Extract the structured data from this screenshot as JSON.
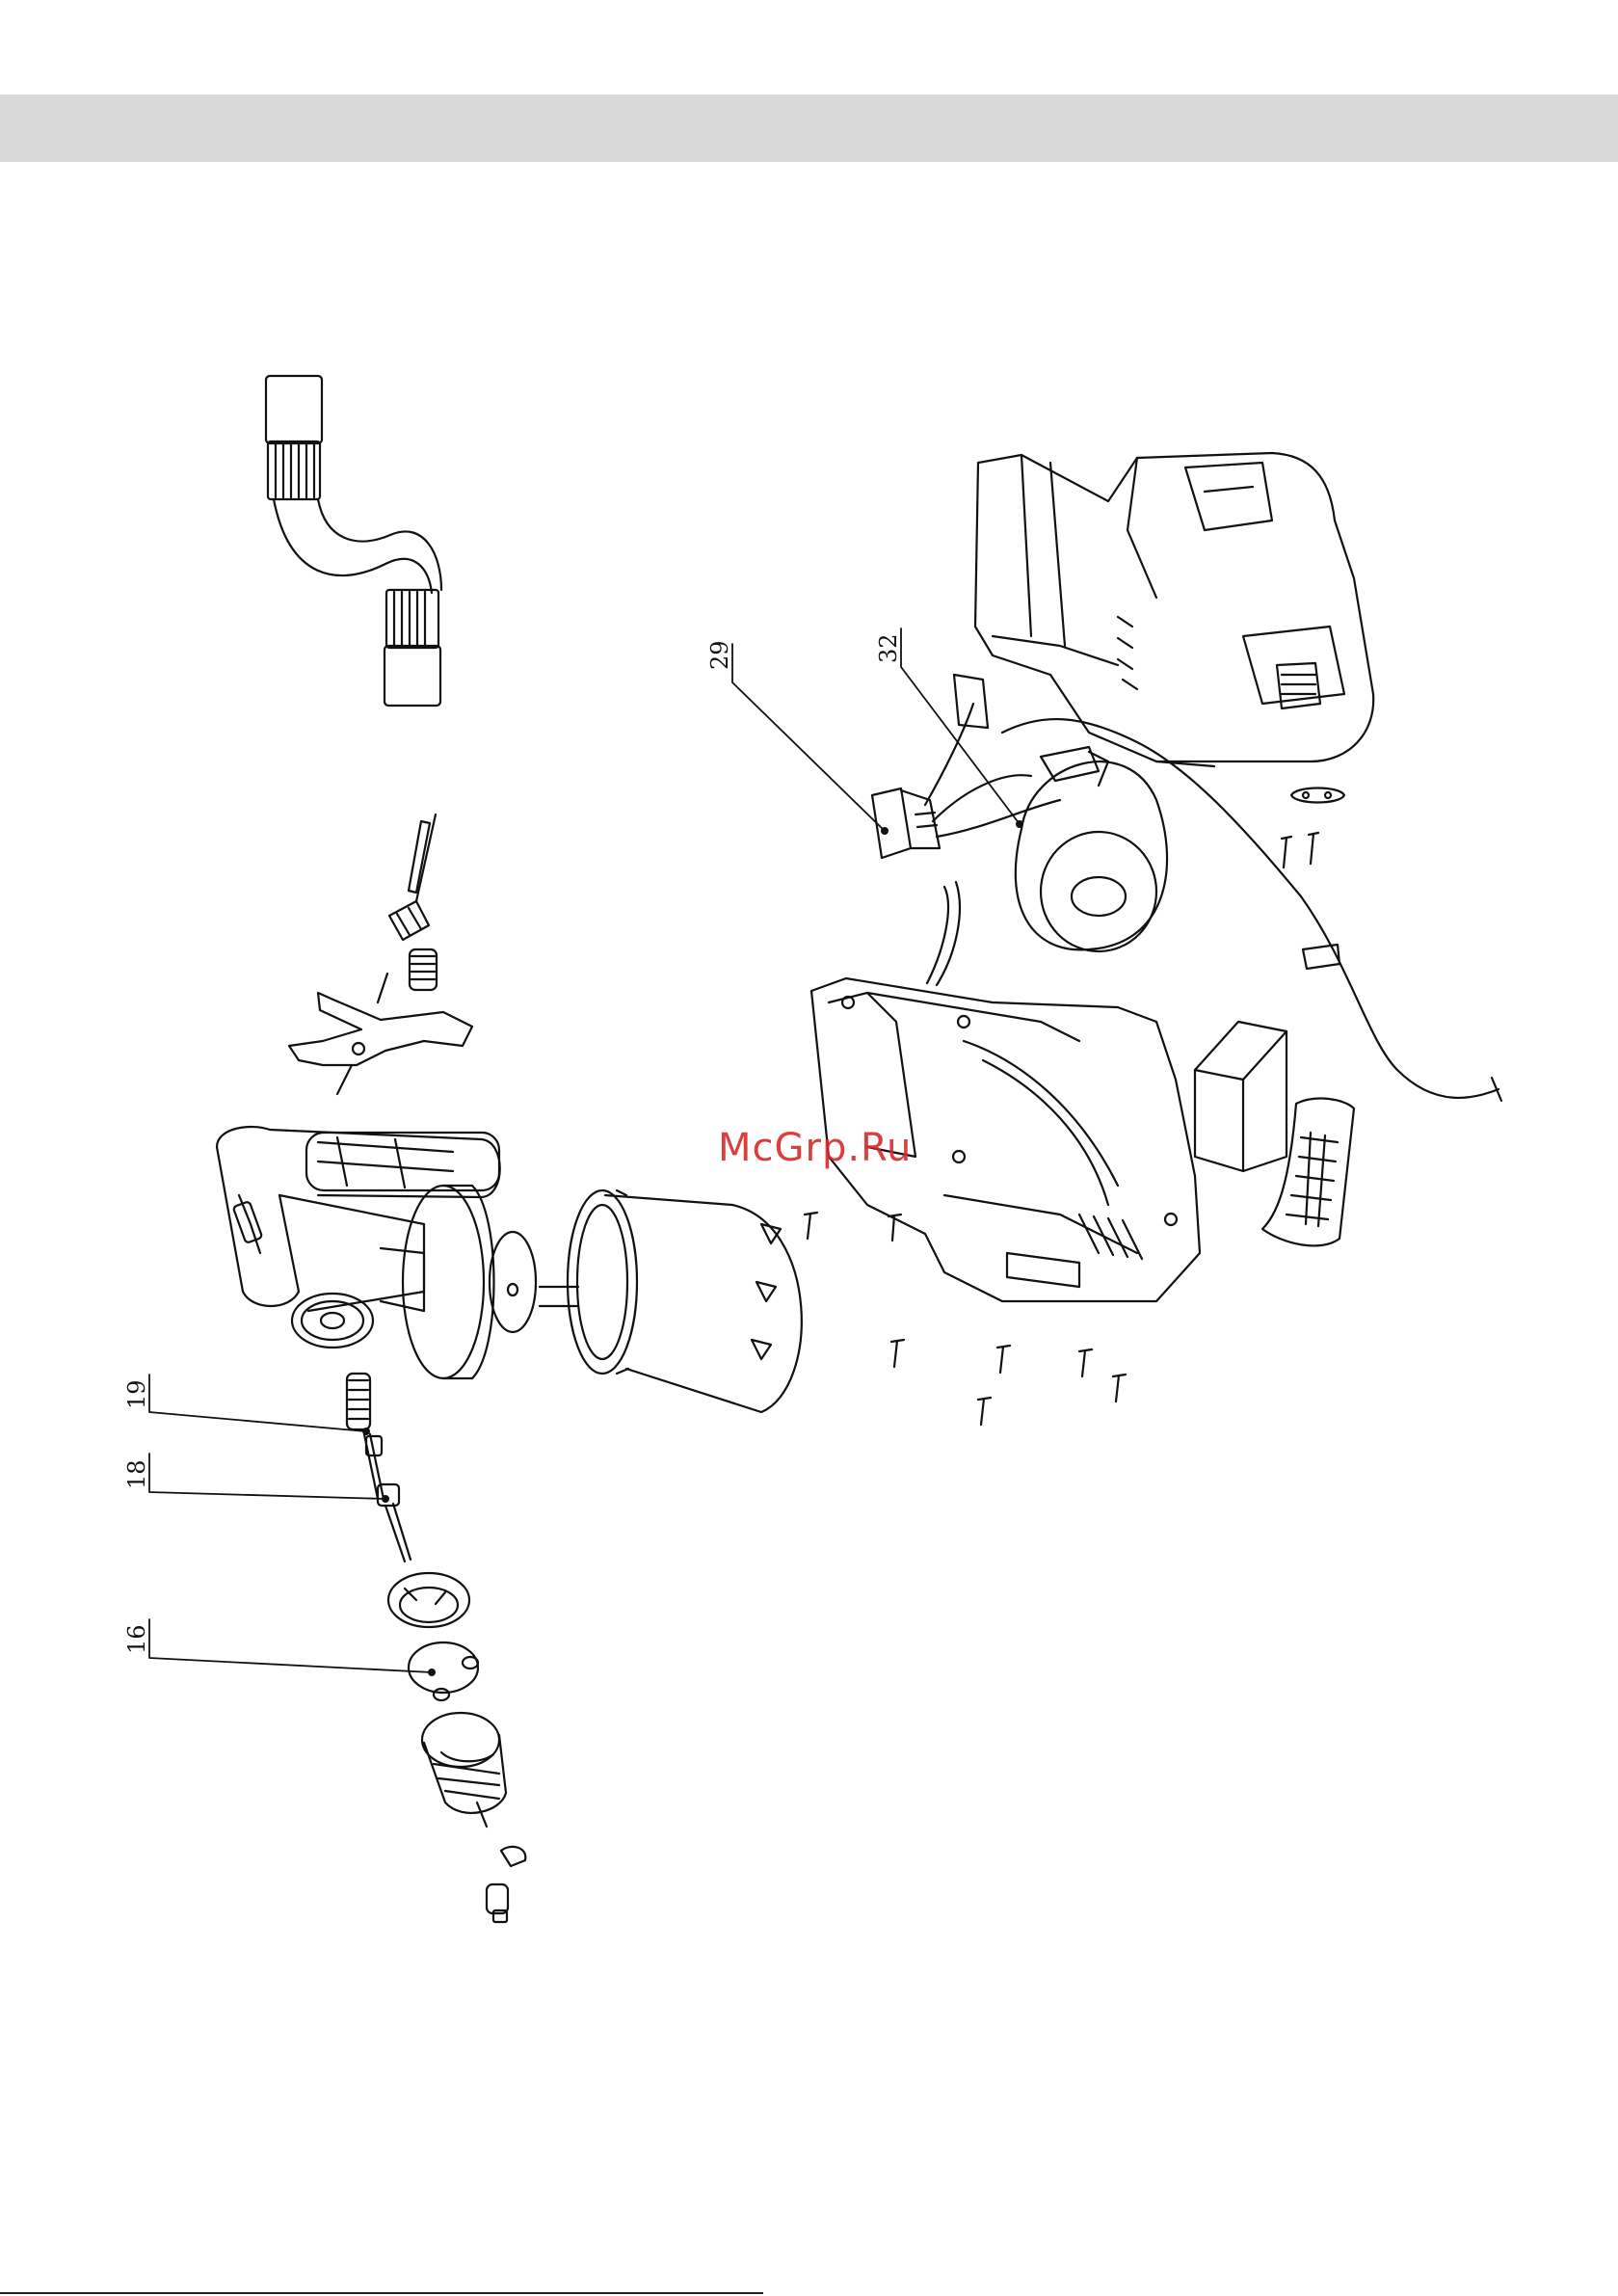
{
  "watermark": {
    "text": "McGrp.Ru",
    "color": "#d82a2a"
  },
  "callouts": [
    {
      "id": "part-29",
      "label": "29"
    },
    {
      "id": "part-32",
      "label": "32"
    },
    {
      "id": "part-19",
      "label": "19"
    },
    {
      "id": "part-18",
      "label": "18"
    },
    {
      "id": "part-16",
      "label": "16"
    }
  ],
  "colors": {
    "header_bar": "#d9d9d9",
    "line": "#111111"
  }
}
